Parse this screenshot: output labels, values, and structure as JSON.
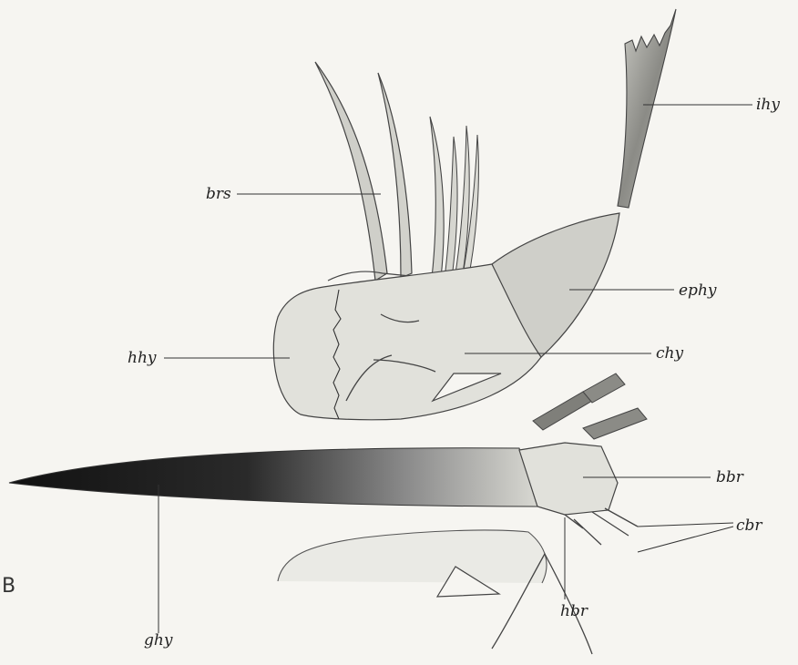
{
  "figure": {
    "panel_letter": "B",
    "labels": {
      "bis": "brs",
      "ihy": "ihy",
      "ephy": "ephy",
      "hhy": "hhy",
      "chy": "chy",
      "bbr": "bbr",
      "cbr": "cbr",
      "hbr": "hbr",
      "ghy": "ghy"
    }
  }
}
